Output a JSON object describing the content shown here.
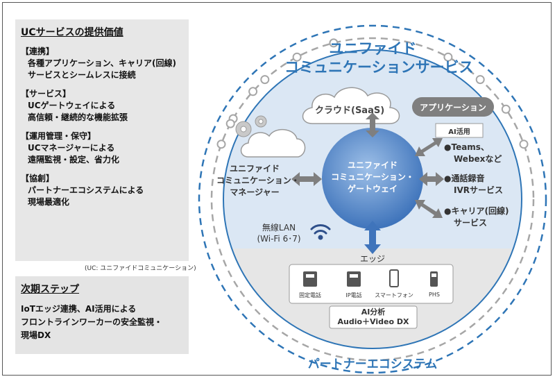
{
  "left_panel": {
    "title": "UCサービスの提供価値",
    "sections": [
      {
        "heading": "【連携】",
        "lines": [
          "各種アプリケーション、キャリア(回線)",
          "サービスとシームレスに接続"
        ]
      },
      {
        "heading": "【サービス】",
        "lines": [
          "UCゲートウェイによる",
          "高信頼・継続的な機能拡張"
        ]
      },
      {
        "heading": "【運用管理・保守】",
        "lines": [
          "UCマネージャーによる",
          "遠隔監視・設定、省力化"
        ]
      },
      {
        "heading": "【協創】",
        "lines": [
          "パートナーエコシステムによる",
          "現場最適化"
        ]
      }
    ],
    "note": "(UC: ユニファイドコミュニケーション)"
  },
  "next_panel": {
    "title": "次期ステップ",
    "lines": [
      "IoTエッジ連携、AI活用による",
      "フロントラインワーカーの安全監視・",
      "現場DX"
    ]
  },
  "diagram": {
    "title_lines": [
      "ユニファイド",
      "コミュニケーションサービス"
    ],
    "cloud_label": "クラウド(SaaS)",
    "app_label": "アプリケーション",
    "ai_label": "AI活用",
    "gateway_lines": [
      "ユニファイド",
      "コミュニケーション・",
      "ゲートウェイ"
    ],
    "manager_lines": [
      "ユニファイド",
      "コミュニケーション・",
      "マネージャー"
    ],
    "right_items": [
      {
        "lines": [
          "●Teams、",
          "Webexなど"
        ]
      },
      {
        "lines": [
          "●通話録音",
          "IVRサービス"
        ]
      },
      {
        "lines": [
          "●キャリア(回線)",
          "サービス"
        ]
      }
    ],
    "wireless_lines": [
      "無線LAN",
      "(Wi-Fi 6･7)"
    ],
    "edge_label": "エッジ",
    "devices": [
      "固定電話",
      "IP電話",
      "スマートフォン",
      "PHS"
    ],
    "ai_analysis_lines": [
      "AI分析",
      "Audio＋Video DX"
    ],
    "ecosystem_label": "パートナーエコシステム",
    "colors": {
      "blue": "#2e75b6",
      "light_blue": "#dbe7f4",
      "gray_arrow": "#7f7f7f",
      "gateway": "#4a7fc1"
    }
  }
}
